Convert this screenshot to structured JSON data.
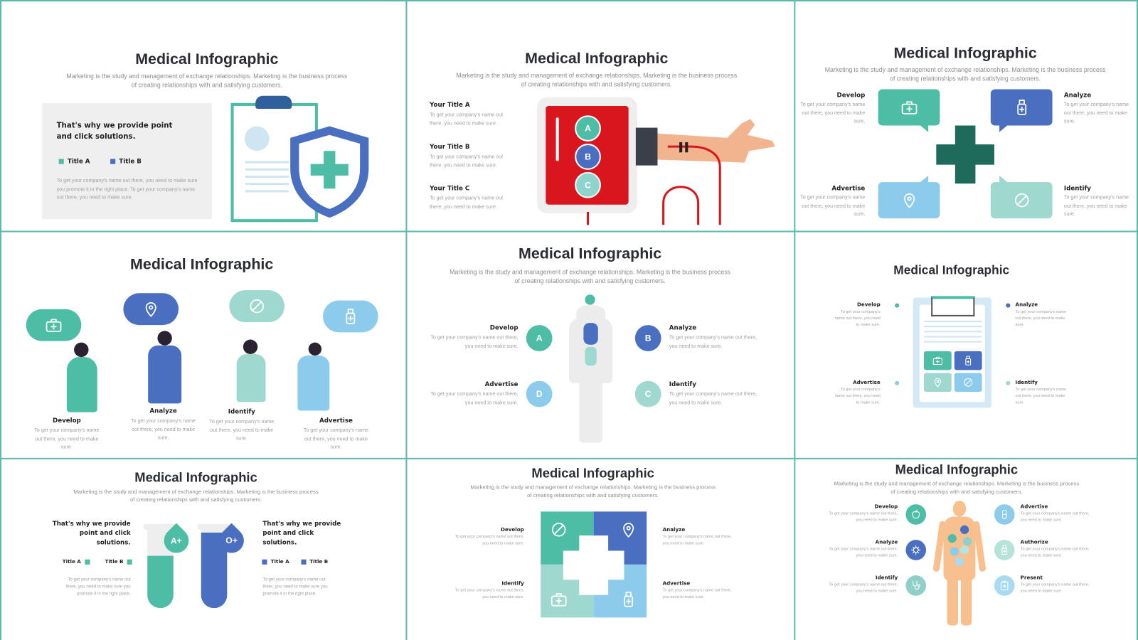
{
  "common": {
    "title": "Medical Infographic",
    "subtitle_line1": "Marketing is the study and management of exchange relationships. Marketing is the business process",
    "subtitle_line2": "of creating relationships with and satisfying customers.",
    "body_short": "To get your company's name out there, you need to make sure.",
    "body_promote": "To get your company's name out there, you need to make sure you promote it in the right place.",
    "body_long": "To get your company's name out there, you need to make sure you promote it in the right place. To get your company's name out there, you need to make sure.",
    "provide": "That's why we provide point and click solutions.",
    "title_a": "Title A",
    "title_b": "Title B"
  },
  "slide2": {
    "items": [
      "Your Title A",
      "Your Title B",
      "Your Title C"
    ],
    "bag_labels": [
      "A",
      "B",
      "C"
    ]
  },
  "labels": {
    "develop": "Develop",
    "analyze": "Analyze",
    "advertise": "Advertise",
    "identify": "Identify",
    "authorize": "Authorize",
    "present": "Present"
  },
  "slide5": {
    "circles": [
      "A",
      "B",
      "C",
      "D"
    ]
  },
  "slide7": {
    "blood_types": [
      "A+",
      "O+"
    ]
  },
  "colors": {
    "teal": "#4dbda5",
    "blue": "#4a6fc0",
    "light_blue": "#8ccbec",
    "mint": "#9fd8cf",
    "dark_green": "#1f6b5b",
    "red": "#d9161d",
    "border": "#5fb8ad"
  }
}
